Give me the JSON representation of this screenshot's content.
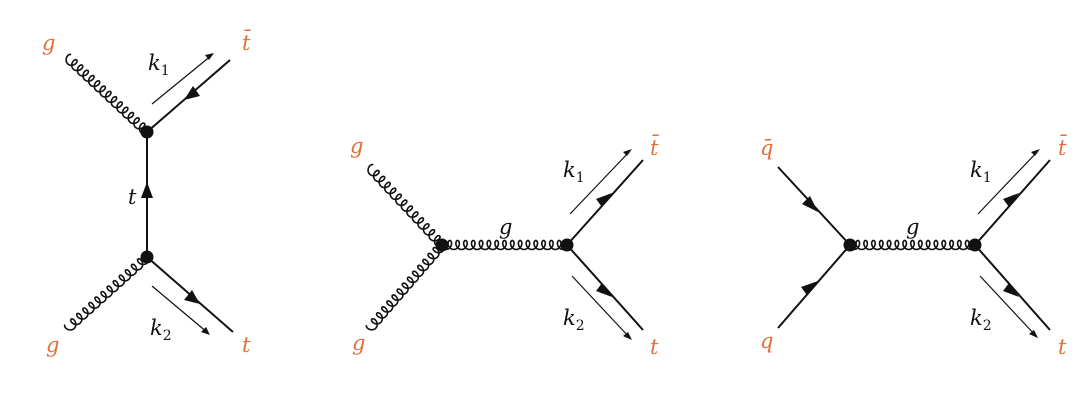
{
  "colors": {
    "external_label": "#e0703a",
    "internal_label": "#111111",
    "line": "#111111"
  },
  "diagrams": [
    {
      "id": "t-channel",
      "labels": {
        "in_top": "g",
        "in_bottom": "g",
        "out_top": "t̄",
        "out_bottom": "t",
        "propagator": "t",
        "mom_top": "k",
        "mom_top_sub": "1",
        "mom_bottom": "k",
        "mom_bottom_sub": "2"
      }
    },
    {
      "id": "s-channel-gluon",
      "labels": {
        "in_top": "g",
        "in_bottom": "g",
        "out_top": "t̄",
        "out_bottom": "t",
        "propagator": "g",
        "mom_top": "k",
        "mom_top_sub": "1",
        "mom_bottom": "k",
        "mom_bottom_sub": "2"
      }
    },
    {
      "id": "s-channel-quark",
      "labels": {
        "in_top": "q̄",
        "in_bottom": "q",
        "out_top": "t̄",
        "out_bottom": "t",
        "propagator": "g",
        "mom_top": "k",
        "mom_top_sub": "1",
        "mom_bottom": "k",
        "mom_bottom_sub": "2"
      }
    }
  ]
}
